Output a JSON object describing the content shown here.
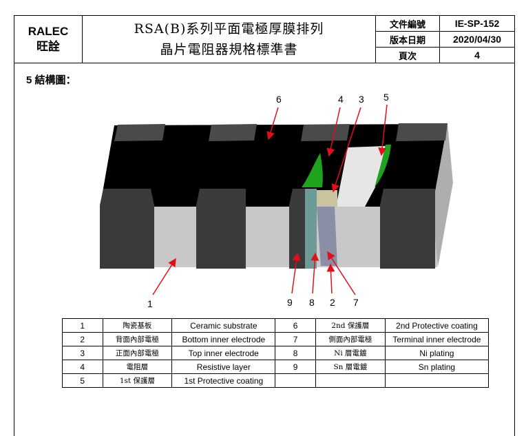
{
  "header": {
    "company_en": "RALEC",
    "company_zh": "旺詮",
    "title_line1": "RSA(B)系列平面電極厚膜排列",
    "title_line2": "晶片電阻器規格標準書",
    "doc_no_label": "文件編號",
    "doc_no_value": "IE-SP-152",
    "date_label": "版本日期",
    "date_value": "2020/04/30",
    "page_label": "頁次",
    "page_value": "4"
  },
  "section_title": "5 結構圖：",
  "figure": {
    "callouts": [
      "1",
      "2",
      "3",
      "4",
      "5",
      "6",
      "7",
      "8",
      "9"
    ],
    "colors": {
      "electrode": "#4a4a4a",
      "black_coat": "#000000",
      "substrate": "#c8c8c8",
      "green_coat": "#1fa31f",
      "ni_plating": "#6b9a97",
      "sn_plating": "#8a8fa6",
      "resistive": "#c9c3a0",
      "arrow": "#e0101a"
    }
  },
  "legend": {
    "rows": [
      {
        "l_num": "1",
        "l_zh": "陶瓷基板",
        "l_en": "Ceramic substrate",
        "r_num": "6",
        "r_zh": "2nd 保護層",
        "r_en": "2nd Protective coating"
      },
      {
        "l_num": "2",
        "l_zh": "背面內部電極",
        "l_en": "Bottom inner electrode",
        "r_num": "7",
        "r_zh": "側面內部電極",
        "r_en": "Terminal inner electrode"
      },
      {
        "l_num": "3",
        "l_zh": "正面內部電極",
        "l_en": "Top inner electrode",
        "r_num": "8",
        "r_zh": "Ni 層電鍍",
        "r_en": "Ni plating"
      },
      {
        "l_num": "4",
        "l_zh": "電阻層",
        "l_en": "Resistive layer",
        "r_num": "9",
        "r_zh": "Sn 層電鍍",
        "r_en": "Sn plating"
      },
      {
        "l_num": "5",
        "l_zh": "1st 保護層",
        "l_en": "1st Protective coating",
        "r_num": "",
        "r_zh": "",
        "r_en": ""
      }
    ]
  }
}
